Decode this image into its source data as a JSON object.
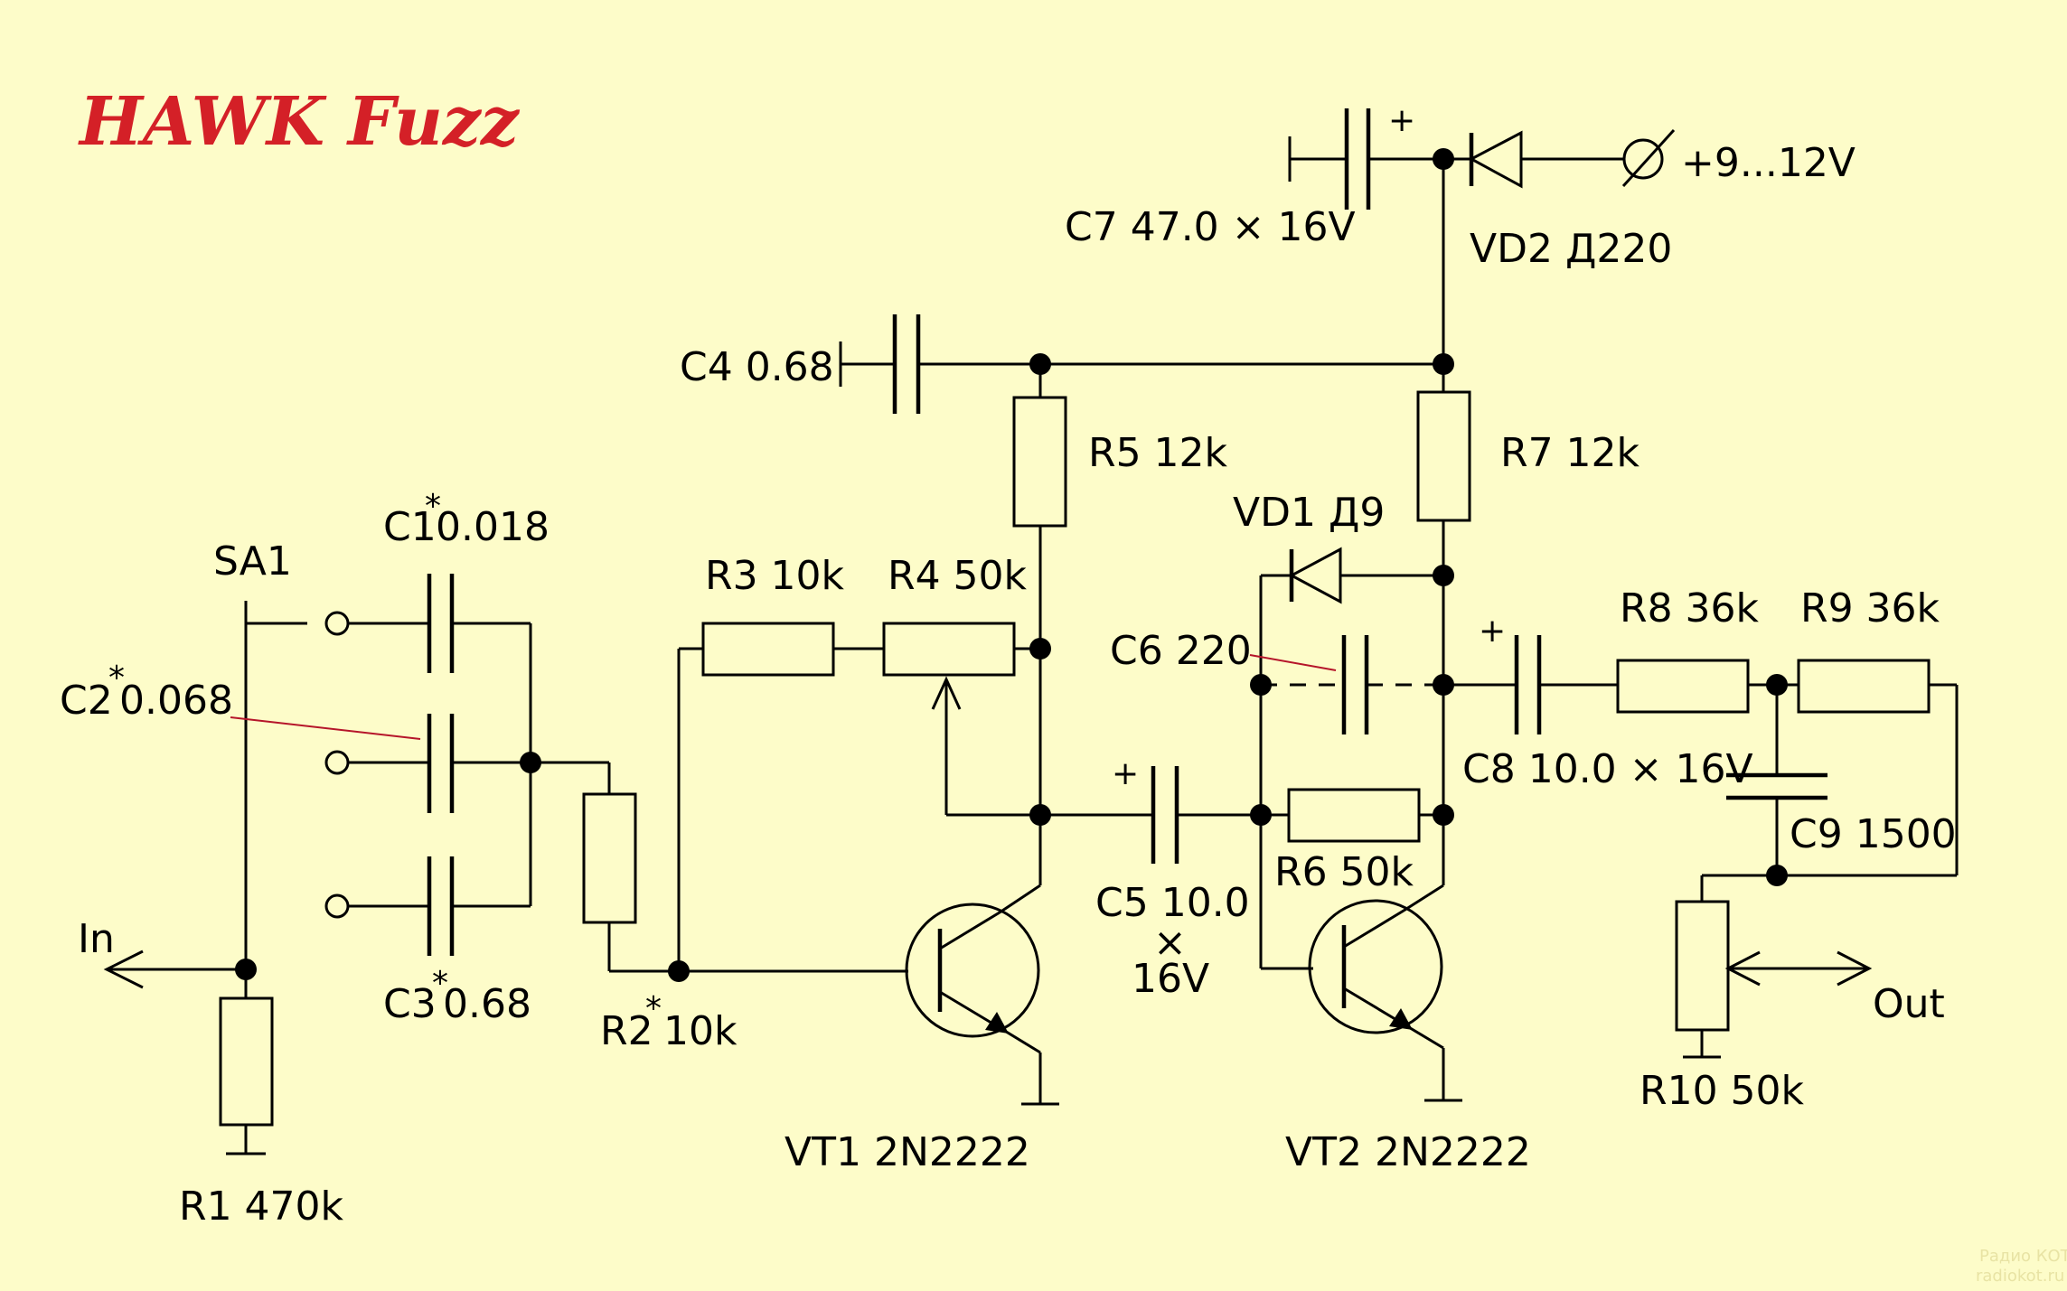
{
  "title": "HAWK Fuzz",
  "watermark": {
    "line1": "Радио КОТ",
    "line2": "radiokot.ru"
  },
  "colors": {
    "background": "#fdfcc9",
    "title": "#d42027",
    "leader": "#b5152a"
  },
  "labels": {
    "sa1": "SA1",
    "c1": "C1",
    "c1_val": "0.018",
    "c2": "C2",
    "c2_val": "0.068",
    "c3": "C3",
    "c3_val": "0.68",
    "star": "*",
    "in": "In",
    "r1": "R1 470k",
    "r2": "R2",
    "r2_val": "10k",
    "r3": "R3 10k",
    "r4": "R4 50k",
    "r5": "R5 12k",
    "c4": "C4 0.68",
    "c5_a": "C5 10.0",
    "c5_b": "×",
    "c5_c": "16V",
    "vt1": "VT1  2N2222",
    "vt2": "VT2  2N2222",
    "c7": "C7 47.0 × 16V",
    "vd2": "VD2 Д220",
    "supply": "+9...12V",
    "r7": "R7 12k",
    "vd1": "VD1  Д9",
    "c6": "C6 220",
    "r6": "R6 50k",
    "c8": "C8 10.0 × 16V",
    "r8": "R8 36k",
    "r9": "R9 36k",
    "c9": "C9 1500",
    "r10": "R10 50k",
    "out": "Out",
    "plus": "+"
  }
}
